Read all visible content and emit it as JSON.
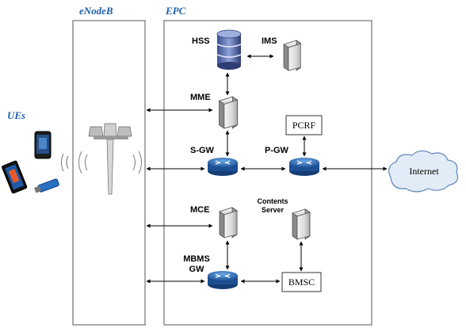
{
  "regions": {
    "ues": "UEs",
    "enodeb": "eNodeB",
    "epc": "EPC"
  },
  "nodes": {
    "hss": "HSS",
    "ims": "IMS",
    "mme": "MME",
    "sgw": "S-GW",
    "pgw": "P-GW",
    "pcrf": "PCRF",
    "internet": "Internet",
    "mce": "MCE",
    "contents_server_line1": "Contents",
    "contents_server_line2": "Server",
    "mbms_gw_line1": "MBMS",
    "mbms_gw_line2": "GW",
    "bmsc": "BMSC"
  },
  "colors": {
    "title_blue": "#1f5fae",
    "router_blue": "#1f5fa8",
    "router_light": "#4a8fd4",
    "cloud_fill": "#e2ecf7",
    "cloud_stroke": "#5b86b9",
    "line": "#000000",
    "box_stroke": "#333333"
  }
}
